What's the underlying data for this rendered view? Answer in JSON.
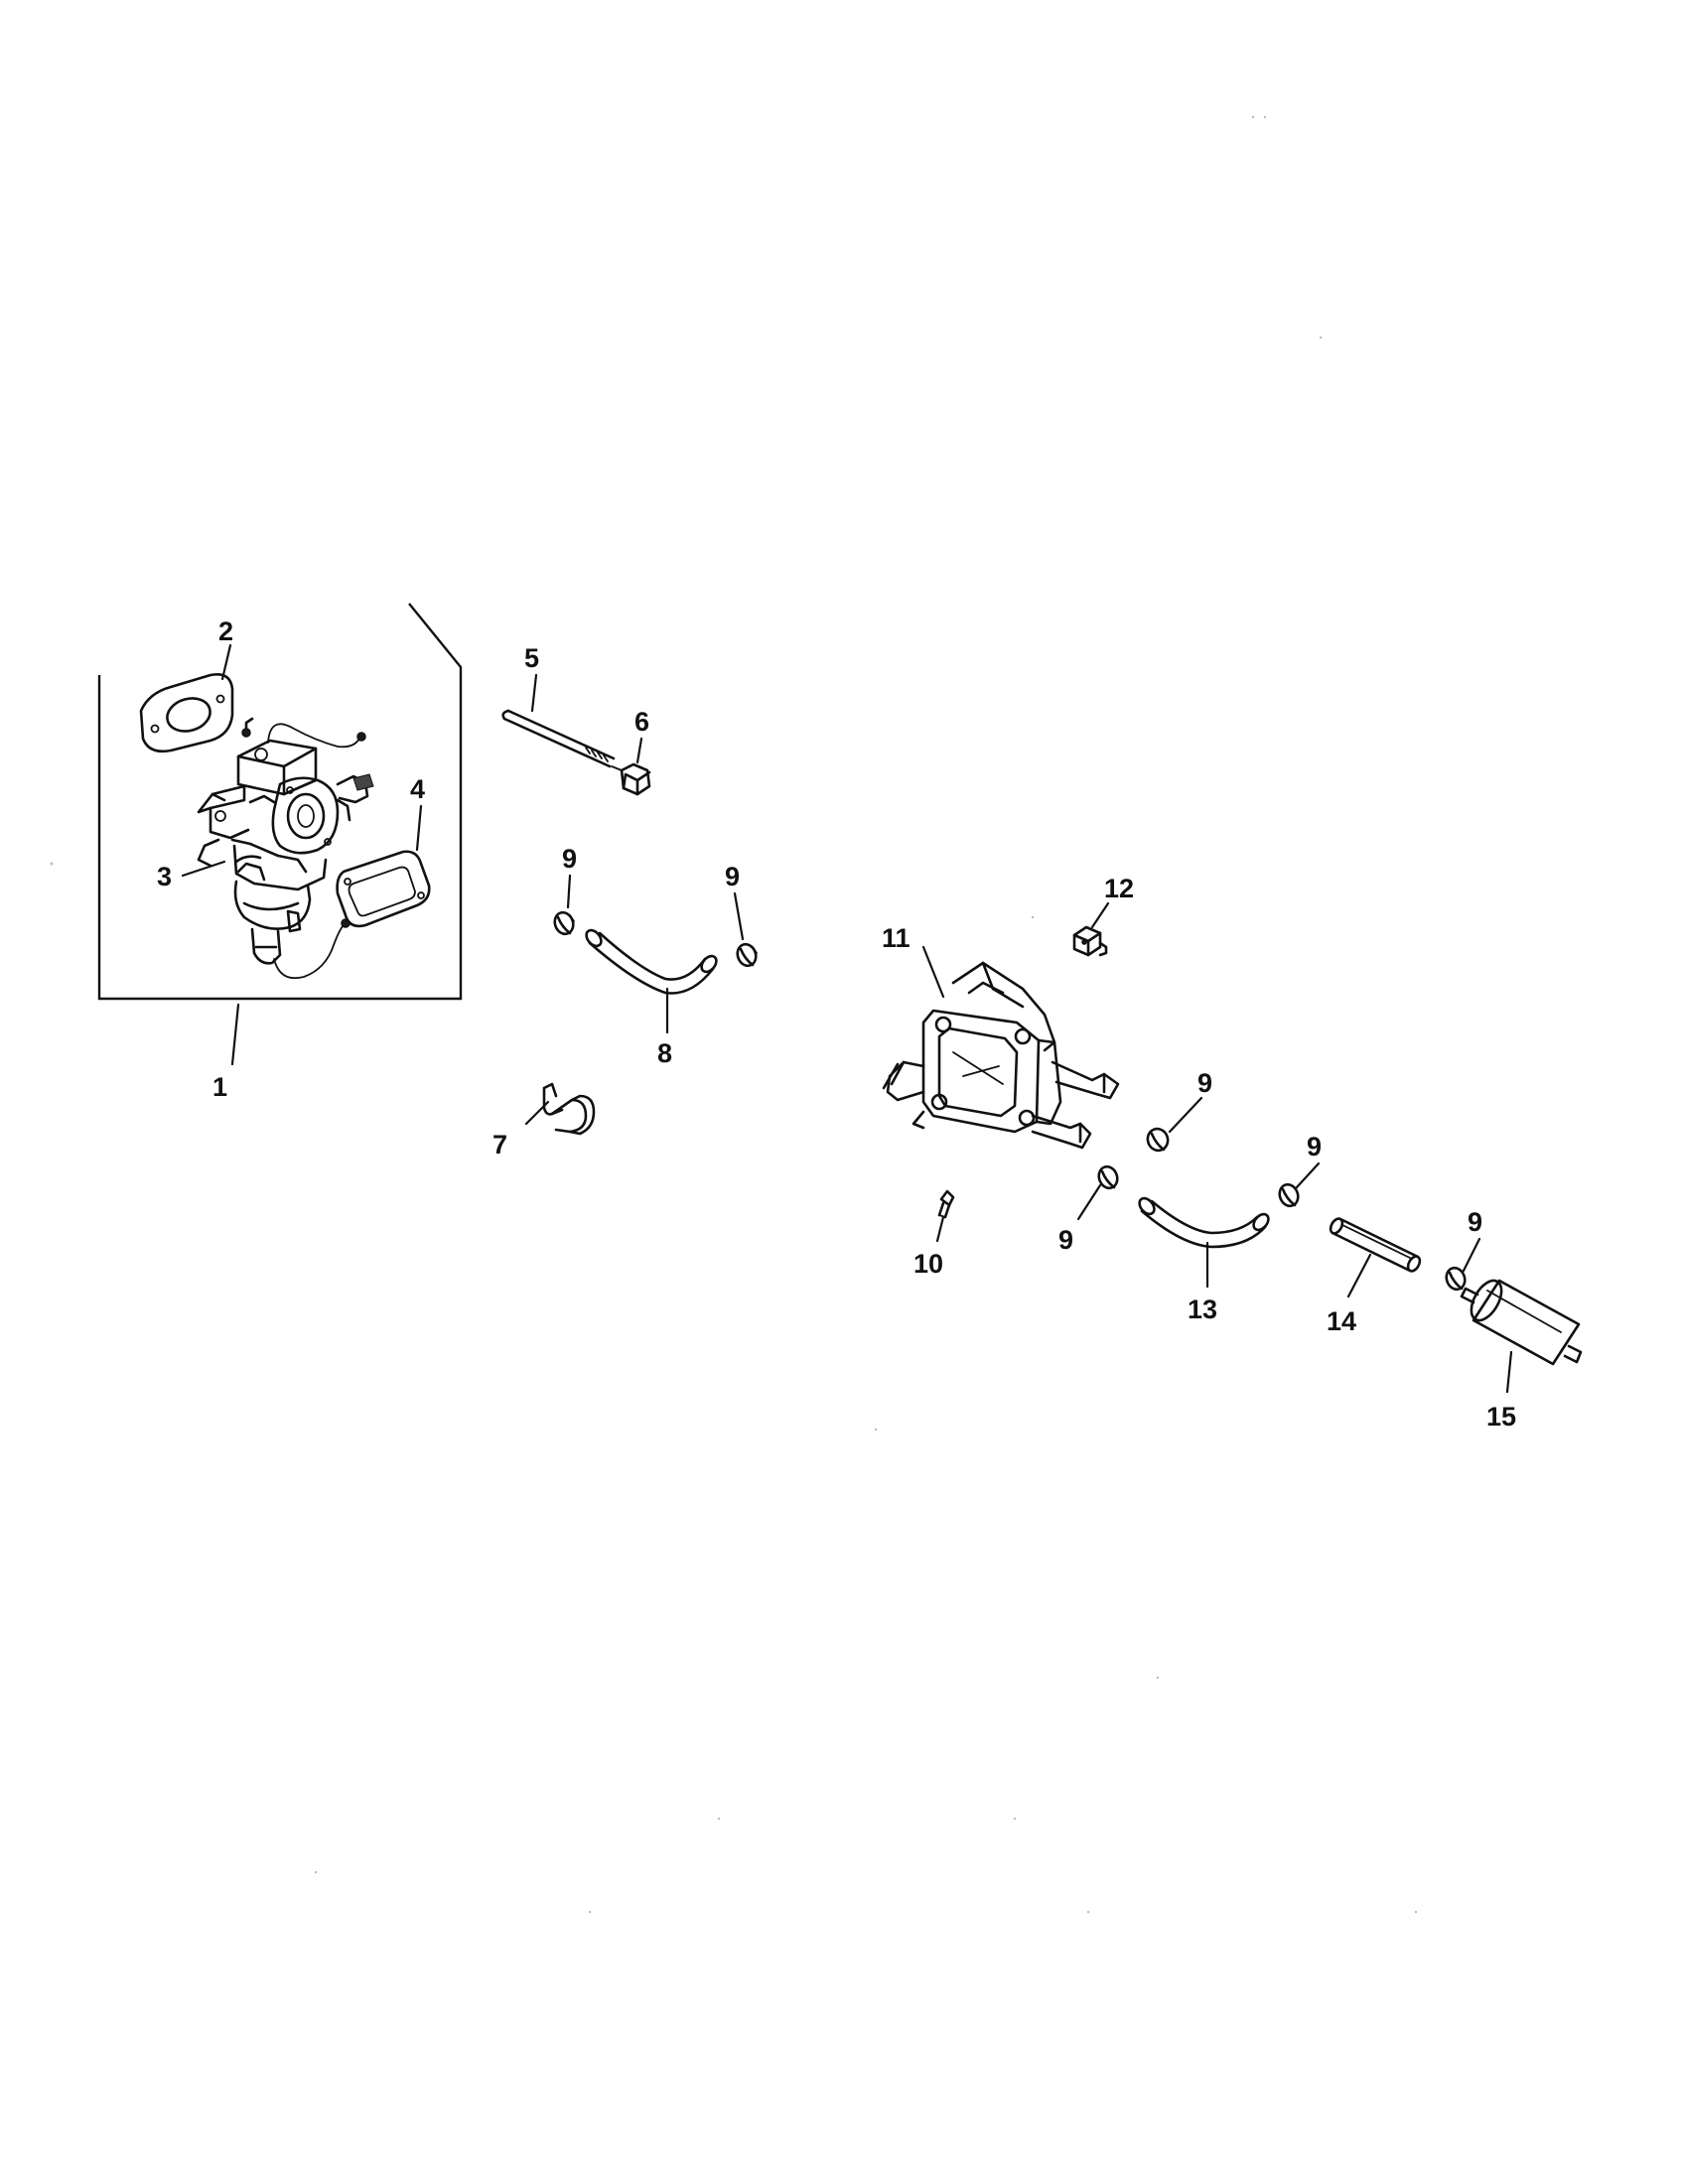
{
  "callouts": {
    "c1": "1",
    "c2": "2",
    "c3": "3",
    "c4": "4",
    "c5": "5",
    "c6": "6",
    "c7": "7",
    "c8": "8",
    "c9a": "9",
    "c9b": "9",
    "c9c": "9",
    "c9d": "9",
    "c9e": "9",
    "c9f": "9",
    "c10": "10",
    "c11": "11",
    "c12": "12",
    "c13": "13",
    "c14": "14",
    "c15": "15"
  }
}
